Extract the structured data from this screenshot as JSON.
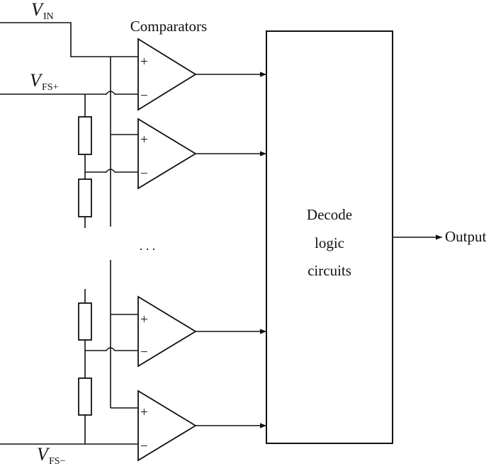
{
  "labels": {
    "vin_main": "V",
    "vin_sub": "IN",
    "vfsp_main": "V",
    "vfsp_sub": "FS+",
    "vfsm_main": "V",
    "vfsm_sub": "FS−",
    "comparators": "Comparators",
    "decode_line1": "Decode",
    "decode_line2": "logic",
    "decode_line3": "circuits",
    "output": "Output",
    "ellipsis": ". . .",
    "plus": "+",
    "minus": "−"
  }
}
